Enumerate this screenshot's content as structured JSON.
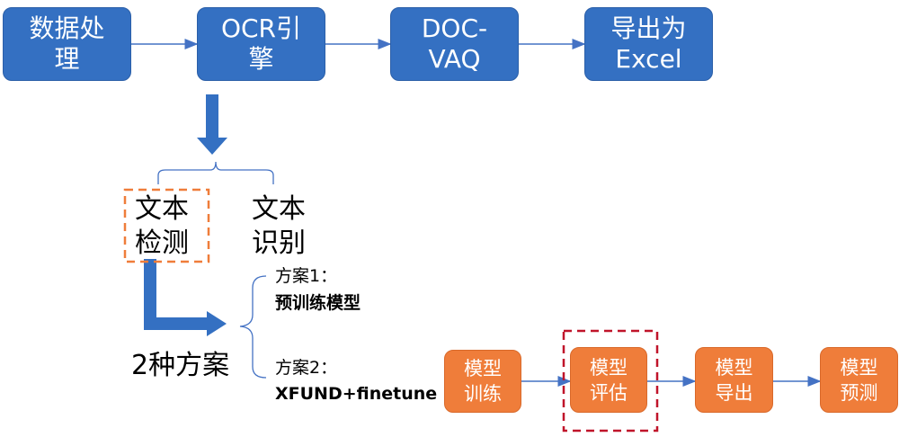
{
  "pipeline": [
    {
      "text": "数据处\n理"
    },
    {
      "text": "OCR引\n擎"
    },
    {
      "text": "DOC-\nVAQ"
    },
    {
      "text": "导出为\nExcel"
    }
  ],
  "ocr_parts": {
    "detection": "文本\n检测",
    "recognition": "文本\n识别"
  },
  "schemes": {
    "label": "2种方案",
    "scheme1_title": "方案1：",
    "scheme1_desc": "预训练模型",
    "scheme2_title": "方案2：",
    "scheme2_desc": "XFUND+finetune"
  },
  "model_steps": [
    {
      "text": "模型\n训练"
    },
    {
      "text": "模型\n评估"
    },
    {
      "text": "模型\n导出"
    },
    {
      "text": "模型\n预测"
    }
  ],
  "colors": {
    "blue": "#3470c2",
    "orange": "#ef7d3a",
    "dash_orange": "#ef7d3a",
    "dash_red": "#c0142a",
    "line": "#4472c4"
  }
}
